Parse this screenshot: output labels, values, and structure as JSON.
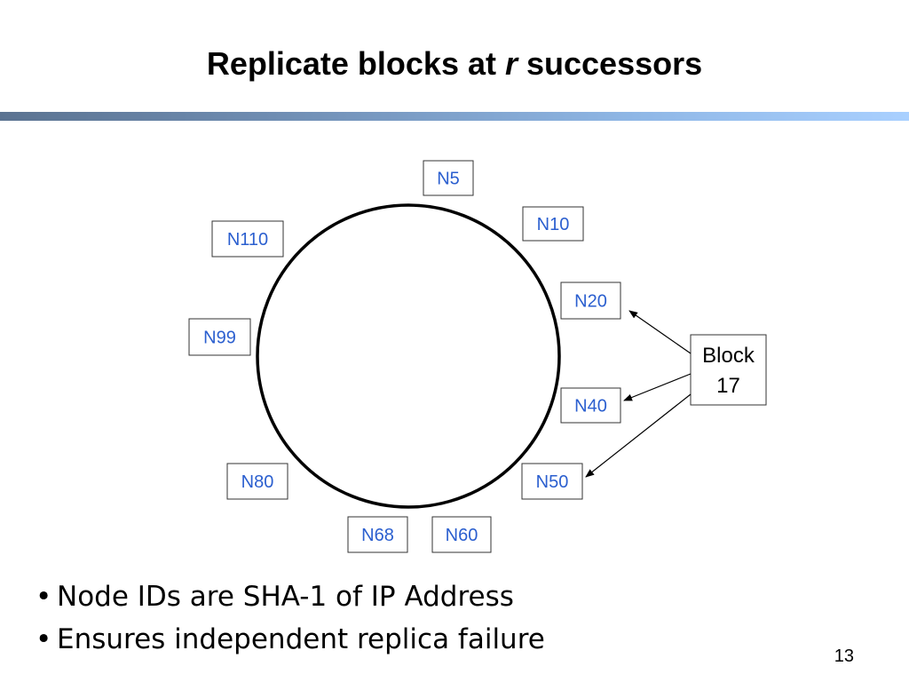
{
  "slide": {
    "title_prefix": "Replicate blocks at ",
    "title_var": "r",
    "title_suffix": " successors",
    "page_number": "13"
  },
  "diagram": {
    "nodes": [
      "N5",
      "N10",
      "N20",
      "N40",
      "N50",
      "N60",
      "N68",
      "N80",
      "N99",
      "N110"
    ],
    "block": {
      "line1": "Block",
      "line2": "17"
    },
    "replica_targets": [
      "N20",
      "N40",
      "N50"
    ]
  },
  "bullets": [
    "Node IDs are SHA-1 of IP Address",
    "Ensures independent replica failure"
  ],
  "colors": {
    "node_text": "#2b5fcf",
    "ring": "#000000",
    "rule_dark": "#5b7391",
    "rule_light": "#a9d0ff"
  }
}
